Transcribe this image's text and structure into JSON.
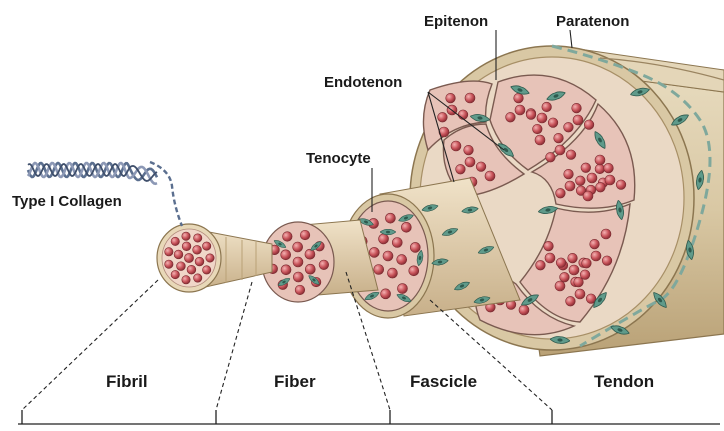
{
  "labels": {
    "type_i_collagen": "Type I Collagen",
    "tenocyte": "Tenocyte",
    "endotenon": "Endotenon",
    "epitenon": "Epitenon",
    "paratenon": "Paratenon",
    "fibril": "Fibril",
    "fiber": "Fiber",
    "fascicle": "Fascicle",
    "tendon": "Tendon"
  },
  "colors": {
    "sheath": "#d9c8a4",
    "sheath_dark": "#bfa97f",
    "fascicle_fill": "#e7c3b8",
    "fibril_dot": "#c9545b",
    "tenocyte_cell": "#5f9a8a",
    "helix_a": "#5b6f8f",
    "helix_b": "#8c98b5"
  },
  "icons": {
    "collagen": "triple-helix-icon",
    "cell": "spindle-cell-icon"
  }
}
